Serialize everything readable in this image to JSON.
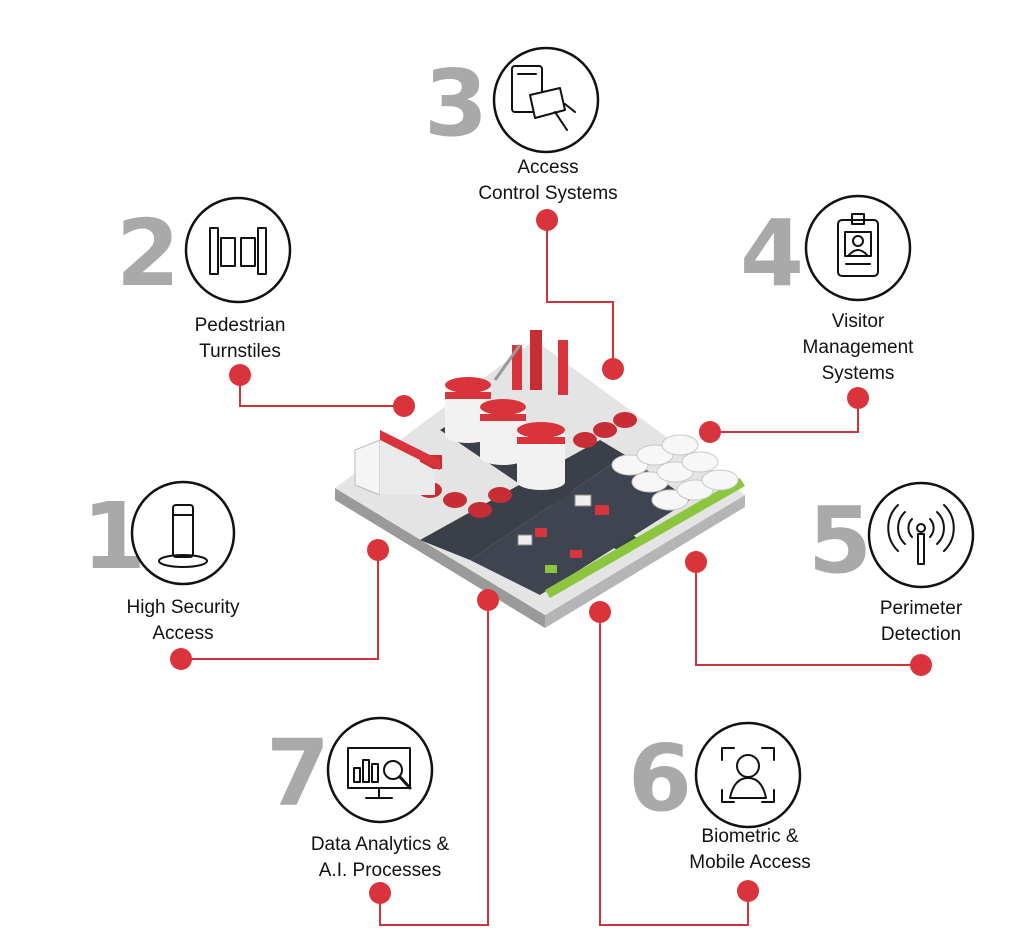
{
  "colors": {
    "accent": "#d9343c",
    "number_gray": "#a9a9a9",
    "icon": "#111111"
  },
  "items": [
    {
      "number": "1",
      "label_lines": [
        "High Security",
        "Access"
      ],
      "icon": "bollard-icon"
    },
    {
      "number": "2",
      "label_lines": [
        "Pedestrian",
        "Turnstiles"
      ],
      "icon": "turnstile-icon"
    },
    {
      "number": "3",
      "label_lines": [
        "Access",
        "Control Systems"
      ],
      "icon": "card-reader-icon"
    },
    {
      "number": "4",
      "label_lines": [
        "Visitor",
        "Management",
        "Systems"
      ],
      "icon": "visitor-badge-icon"
    },
    {
      "number": "5",
      "label_lines": [
        "Perimeter",
        "Detection"
      ],
      "icon": "antenna-signal-icon"
    },
    {
      "number": "6",
      "label_lines": [
        "Biometric &",
        "Mobile Access"
      ],
      "icon": "face-scan-icon"
    },
    {
      "number": "7",
      "label_lines": [
        "Data Analytics &",
        "A.I. Processes"
      ],
      "icon": "analytics-monitor-icon"
    }
  ]
}
